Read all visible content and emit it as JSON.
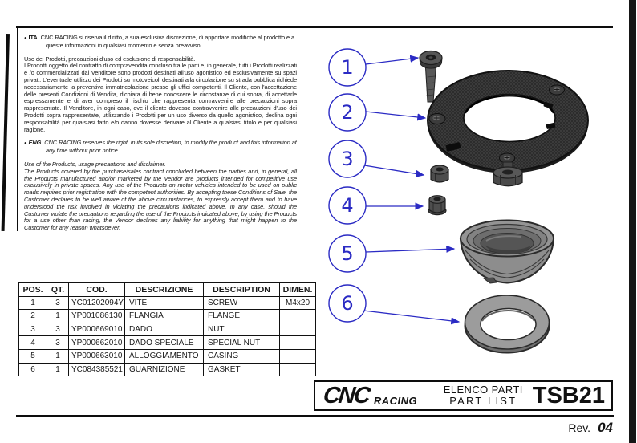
{
  "page": {
    "disclaimer": {
      "bullet": "●",
      "ita_label": "ITA",
      "ita_intro": "CNC RACING si riserva il diritto, a sua esclusiva discrezione, di apportare modifiche al prodotto e a queste informazioni in qualsiasi momento e senza preavviso.",
      "ita_title": "Uso dei Prodotti, precauzioni d'uso ed esclusione di responsabilità.",
      "ita_body": "I Prodotti oggetto del contratto di compravendita concluso tra le parti e, in generale, tutti i Prodotti realizzati e /o commercializzati dal Venditore sono prodotti destinati all'uso agonistico ed esclusivamente su spazi privati. L'eventuale utilizzo dei Prodotti su motoveicoli destinati alla circolazione su strada pubblica richiede necessariamente la preventiva immatricolazione presso gli uffici competenti. Il Cliente, con l'accettazione delle presenti Condizioni di Vendita, dichiara di bene conoscere le circostanze di cui sopra, di accettarle espressamente e di aver compreso il rischio che rappresenta contravvenire alle precauzioni sopra rappresentate. Il Venditore, in ogni caso, ove il cliente dovesse contravvenire alle precauzioni d'uso dei Prodotti sopra rappresentate, utilizzando i Prodotti per un uso diverso da quello agonistico, declina ogni responsabilità per qualsiasi fatto e/o danno dovesse derivare al Cliente a qualsiasi titolo e per qualsiasi ragione.",
      "eng_label": "ENG",
      "eng_intro": "CNC RACING reserves the right, in its sole discretion, to modify the product and this information at any time without prior notice.",
      "eng_title": "Use of the Products, usage precautions and disclaimer.",
      "eng_body": "The Products covered by the purchase/sales contract concluded between the parties and, in general, all the Products manufactured and/or marketed by the Vendor are products intended for competitive use exclusively in private spaces. Any use of the Products on motor vehicles intended to be used on public roads requires prior registration with the competent authorities. By accepting these Conditions of Sale, the Customer declares to be well aware of the above circumstances, to expressly accept them and to have understood the risk involved in violating the precautions indicated above. In any case, should the Customer violate the precautions regarding the use of the Products indicated above, by using the Products for a use other than racing, the Vendor declines any liability for anything that might happen to the Customer for any reason whatsoever."
    },
    "balloons": [
      "1",
      "2",
      "3",
      "4",
      "5",
      "6"
    ],
    "parts_table": {
      "headers": [
        "POS.",
        "QT.",
        "COD.",
        "DESCRIZIONE",
        "DESCRIPTION",
        "DIMEN."
      ],
      "rows": [
        {
          "pos": "1",
          "qt": "3",
          "cod": "YC01202094Y",
          "descrizione": "VITE",
          "description": "SCREW",
          "dimen": "M4x20"
        },
        {
          "pos": "2",
          "qt": "1",
          "cod": "YP001086130",
          "descrizione": "FLANGIA",
          "description": "FLANGE",
          "dimen": ""
        },
        {
          "pos": "3",
          "qt": "3",
          "cod": "YP000669010",
          "descrizione": "DADO",
          "description": "NUT",
          "dimen": ""
        },
        {
          "pos": "4",
          "qt": "3",
          "cod": "YP000662010",
          "descrizione": "DADO SPECIALE",
          "description": "SPECIAL NUT",
          "dimen": ""
        },
        {
          "pos": "5",
          "qt": "1",
          "cod": "YP000663010",
          "descrizione": "ALLOGGIAMENTO",
          "description": "CASING",
          "dimen": ""
        },
        {
          "pos": "6",
          "qt": "1",
          "cod": "YC084385521",
          "descrizione": "GUARNIZIONE",
          "description": "GASKET",
          "dimen": ""
        }
      ]
    },
    "title_block": {
      "brand_cnc": "CNC",
      "brand_racing": "RACING",
      "list_title_ita": "ELENCO PARTI",
      "list_title_eng": "PART LIST",
      "code": "TSB21"
    },
    "revision": {
      "label": "Rev.",
      "value": "04"
    },
    "colors": {
      "balloon_blue": "#2b2bc4",
      "ink": "#111111"
    }
  }
}
